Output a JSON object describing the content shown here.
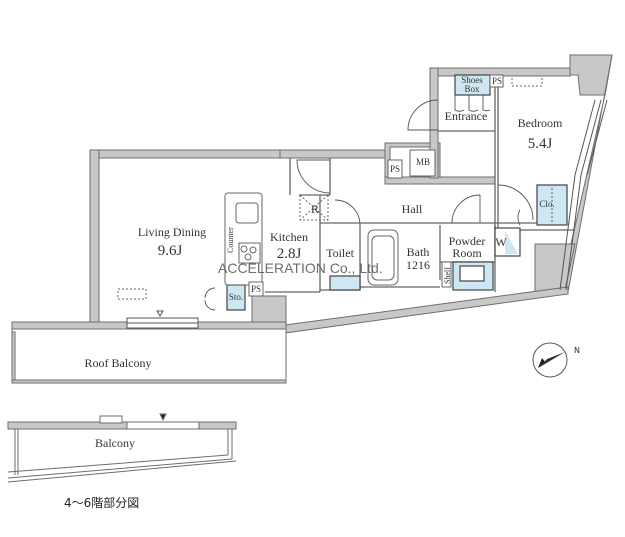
{
  "floor_plan": {
    "rooms": {
      "living_dining": {
        "name": "Living Dining",
        "size": "9.6J"
      },
      "kitchen": {
        "name": "Kitchen",
        "size": "2.8J"
      },
      "bedroom": {
        "name": "Bedroom",
        "size": "5.4J"
      },
      "entrance": {
        "name": "Entrance"
      },
      "hall": {
        "name": "Hall"
      },
      "toilet": {
        "name": "Toilet"
      },
      "bath": {
        "name": "Bath",
        "size": "1216"
      },
      "powder_room": {
        "name_line1": "Powder",
        "name_line2": "Room"
      },
      "roof_balcony": {
        "name": "Roof Balcony"
      },
      "balcony": {
        "name": "Balcony"
      }
    },
    "fixtures": {
      "shoes_box_line1": "Shoes",
      "shoes_box_line2": "Box",
      "ps_entrance": "PS",
      "ps_hall": "PS",
      "ps_kitchen": "PS",
      "mb": "MB",
      "refrigerator": "R",
      "counter": "Counter",
      "storage": "Sto.",
      "closet": "Clo.",
      "washer": "W",
      "shelf": "Shelf"
    },
    "watermark": "ACCELERATION Co., Ltd.",
    "caption": "4〜6階部分図",
    "compass_label": "N",
    "colors": {
      "wall_fill": "#c8c8c8",
      "wall_line": "#6e6e6e",
      "storage_fill": "#cde8f2",
      "line": "#555555"
    }
  }
}
